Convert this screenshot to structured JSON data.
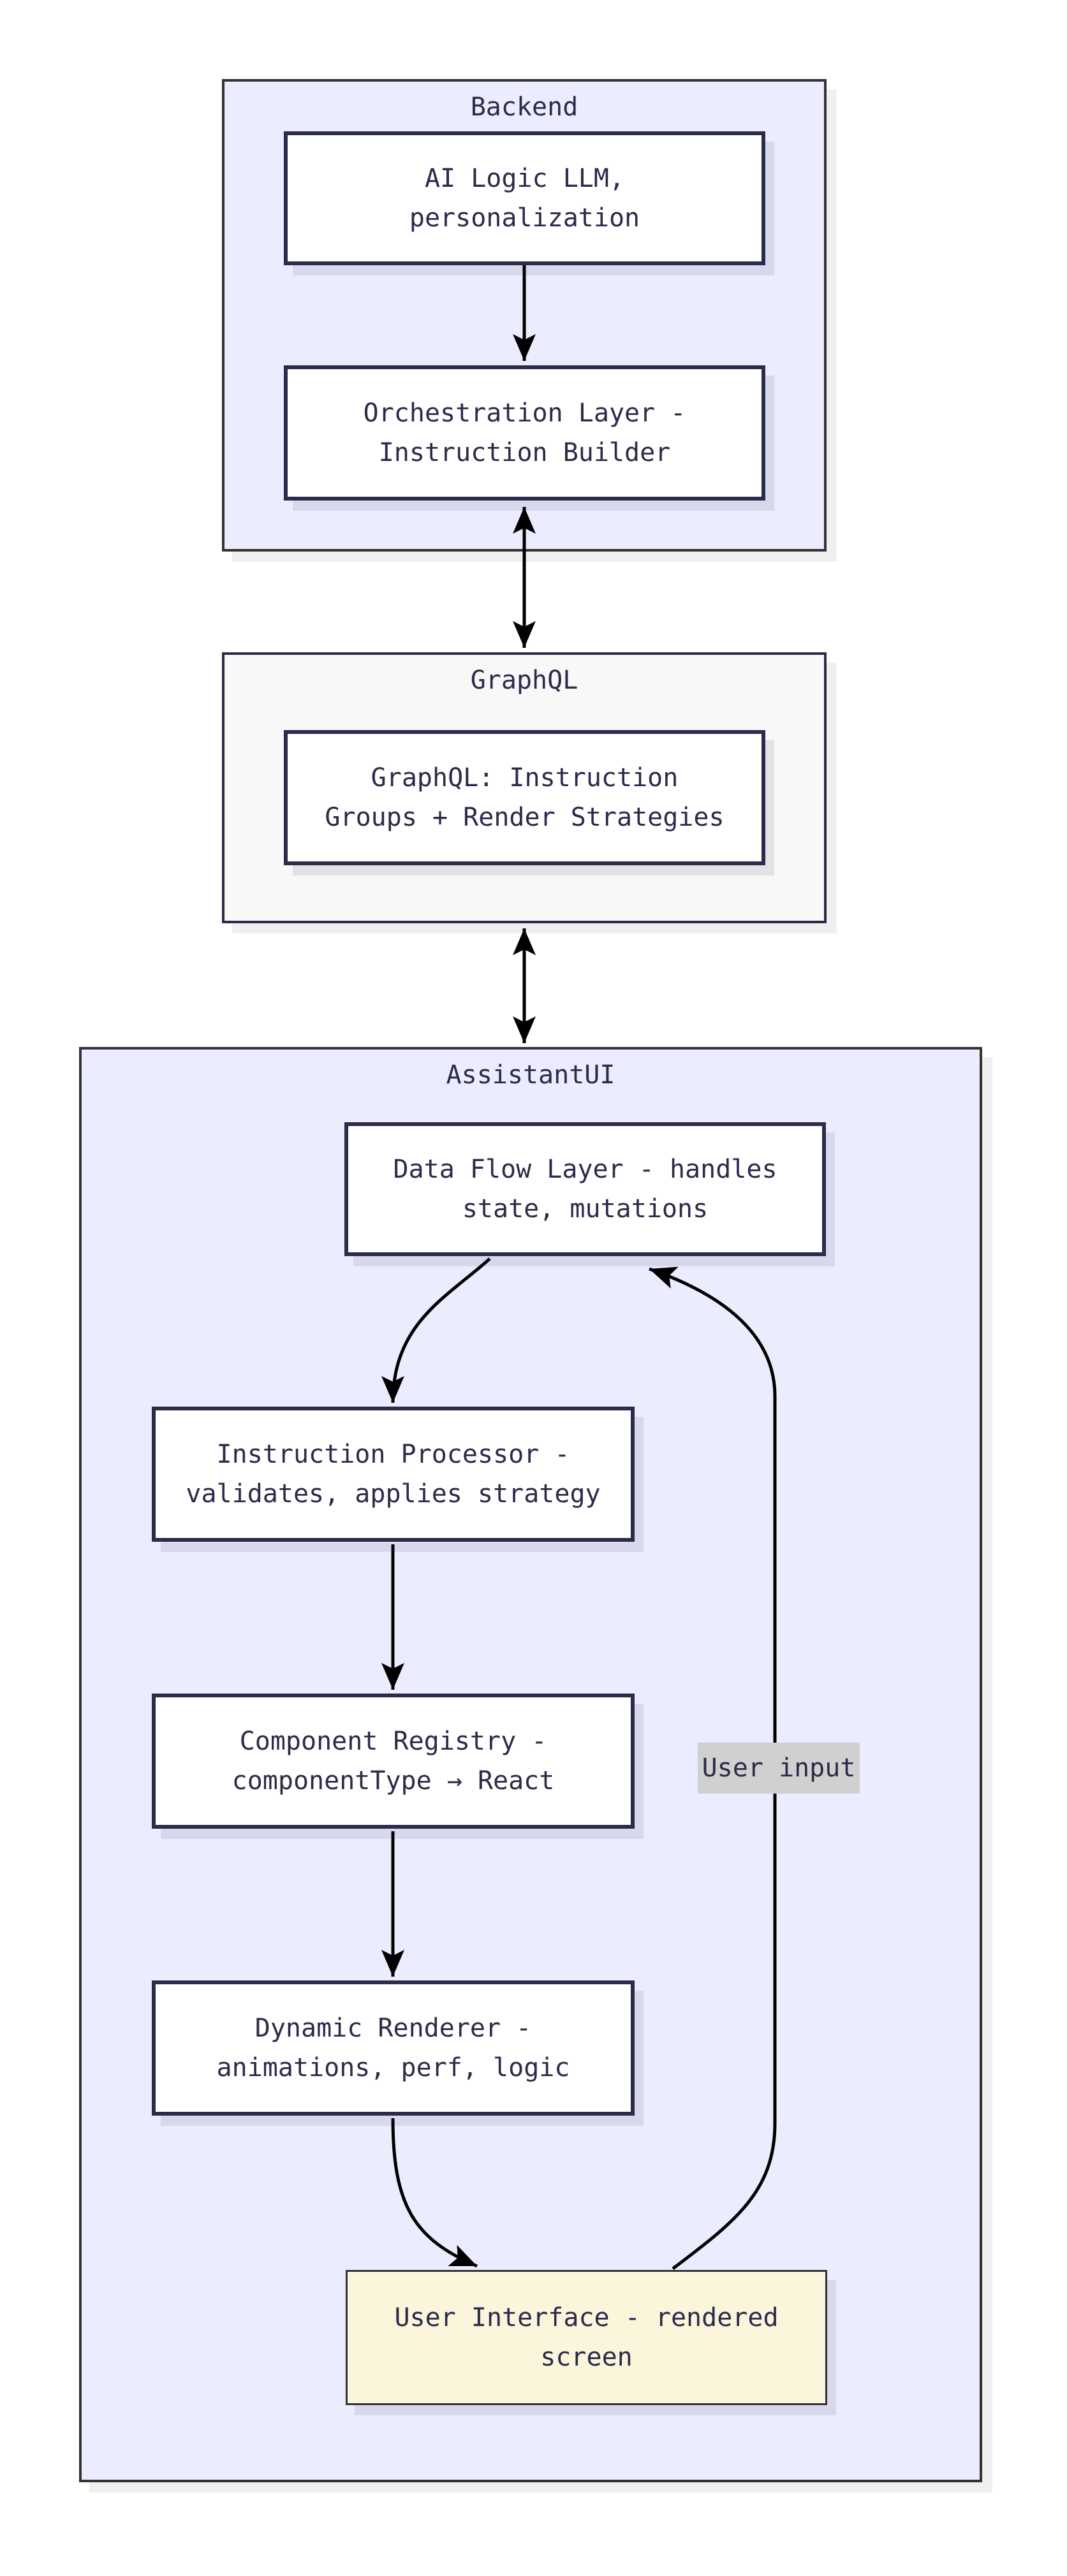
{
  "diagram": {
    "type": "flowchart",
    "clusters": [
      {
        "id": "backend",
        "title": "Backend"
      },
      {
        "id": "graphql",
        "title": "GraphQL"
      },
      {
        "id": "assistantui",
        "title": "AssistantUI"
      }
    ],
    "nodes": {
      "ai_logic": {
        "label": "AI Logic LLM,\npersonalization"
      },
      "orchestration": {
        "label": "Orchestration Layer -\nInstruction Builder"
      },
      "graphql_api": {
        "label": "GraphQL: Instruction\nGroups + Render Strategies"
      },
      "data_flow": {
        "label": "Data Flow Layer - handles\nstate, mutations"
      },
      "instruction_processor": {
        "label": "Instruction Processor -\nvalidates, applies strategy"
      },
      "component_registry": {
        "label": "Component Registry -\ncomponentType → React"
      },
      "dynamic_renderer": {
        "label": "Dynamic Renderer -\nanimations, perf, logic"
      },
      "user_interface": {
        "label": "User Interface - rendered\nscreen"
      }
    },
    "edges": [
      {
        "from": "ai_logic",
        "to": "orchestration",
        "direction": "down",
        "label": ""
      },
      {
        "from": "orchestration",
        "to": "graphql_api",
        "direction": "both",
        "label": ""
      },
      {
        "from": "graphql_api",
        "to": "data_flow",
        "direction": "both",
        "label": ""
      },
      {
        "from": "data_flow",
        "to": "instruction_processor",
        "direction": "down",
        "label": ""
      },
      {
        "from": "instruction_processor",
        "to": "component_registry",
        "direction": "down",
        "label": ""
      },
      {
        "from": "component_registry",
        "to": "dynamic_renderer",
        "direction": "down",
        "label": ""
      },
      {
        "from": "dynamic_renderer",
        "to": "user_interface",
        "direction": "down",
        "label": ""
      },
      {
        "from": "user_interface",
        "to": "data_flow",
        "direction": "up",
        "label": "User input"
      }
    ],
    "edge_labels": {
      "user_input": "User input"
    },
    "colors": {
      "cluster_lavender": "#ECECFF",
      "cluster_gray": "#F8F8F9",
      "backend_border": "#333333",
      "graphql_border": "#2B2B4B",
      "assistantui_border": "#333333",
      "node_fill": "#FFFFFF",
      "node_border": "#2B2B4B",
      "node_text": "#2B2B4B",
      "ui_fill": "#FBF5DC",
      "ui_border": "#333333",
      "label_bg": "#D0D0D0",
      "edge": "#000000"
    }
  }
}
